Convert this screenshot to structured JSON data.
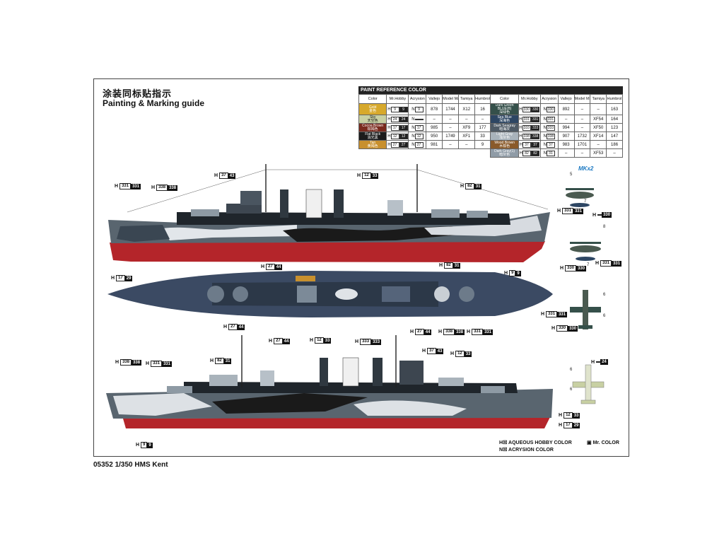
{
  "header": {
    "title_cn": "涂装同标贴指示",
    "title_en": "Painting & Marking guide"
  },
  "footer": {
    "product": "05352 1/350 HMS Kent"
  },
  "paint_table": {
    "title": "PAINT  REFERENCE COLOR",
    "columns": [
      "Color",
      "Mr.Hobby",
      "Acrysion",
      "Vallejo",
      "Model Master",
      "Tamiya",
      "Humbrol"
    ],
    "left_rows": [
      {
        "name": "Gold",
        "name_cn": "金色",
        "color": "#d7a92c",
        "hobby": "9",
        "acrysion": "9",
        "vallejo": "878",
        "mm": "1744",
        "tamiya": "X12",
        "humbrol": "16"
      },
      {
        "name": "Sky",
        "name_cn": "天空色",
        "color": "#c8d0a3",
        "hobby": "24",
        "acrysion": "",
        "vallejo": "–",
        "mm": "–",
        "tamiya": "–",
        "humbrol": "–"
      },
      {
        "name": "Cocoa Brown",
        "name_cn": "棕褐色",
        "color": "#7a2a1e",
        "hobby": "17",
        "acrysion": "17",
        "vallejo": "985",
        "mm": "–",
        "tamiya": "XF9",
        "humbrol": "177"
      },
      {
        "name": "Flat Black",
        "name_cn": "消光黑",
        "color": "#1c1c1c",
        "hobby": "12",
        "acrysion": "12",
        "vallejo": "950",
        "mm": "1749",
        "tamiya": "XF1",
        "humbrol": "33"
      },
      {
        "name": "Tan",
        "name_cn": "黄褐色",
        "color": "#c8902e",
        "hobby": "27",
        "acrysion": "27",
        "vallejo": "981",
        "mm": "–",
        "tamiya": "–",
        "humbrol": "9"
      }
    ],
    "right_rows": [
      {
        "name": "Dark Green BLUE(B)",
        "name_cn": "深绿色",
        "color": "#35504a",
        "hobby": "330",
        "acrysion": "330",
        "vallejo": "892",
        "mm": "–",
        "tamiya": "–",
        "humbrol": "163"
      },
      {
        "name": "Sea Blue",
        "name_cn": "深海色",
        "color": "#2d4663",
        "hobby": "331",
        "acrysion": "331",
        "vallejo": "–",
        "mm": "–",
        "tamiya": "XF54",
        "humbrol": "164"
      },
      {
        "name": "Dark Seagray",
        "name_cn": "暗海灰",
        "color": "#4f5b66",
        "hobby": "333",
        "acrysion": "333",
        "vallejo": "994",
        "mm": "–",
        "tamiya": "XF50",
        "humbrol": "123"
      },
      {
        "name": "Light Gray",
        "name_cn": "浅灰色",
        "color": "#a9b3bb",
        "hobby": "338",
        "acrysion": "338",
        "vallejo": "907",
        "mm": "1732",
        "tamiya": "XF14",
        "humbrol": "147"
      },
      {
        "name": "Wood Brown",
        "name_cn": "木棕色",
        "color": "#8a5a2a",
        "hobby": "37",
        "acrysion": "37",
        "vallejo": "983",
        "mm": "1701",
        "tamiya": "–",
        "humbrol": "186"
      },
      {
        "name": "Dark Gray(1)",
        "name_cn": "暗灰色",
        "color": "#8f9ba6",
        "hobby": "82",
        "acrysion": "31",
        "vallejo": "–",
        "mm": "–",
        "tamiya": "XF53",
        "humbrol": "–"
      }
    ]
  },
  "aircraft_label": "MKx2",
  "colors": {
    "hull_red": "#b4252a",
    "deck": "#3b4a63",
    "hull_gray": "#59656f",
    "light_gray": "#d9dee3",
    "black": "#1a1a1a",
    "accent_blue": "#1a78c2"
  },
  "callouts": {
    "top": [
      {
        "hobby": "331",
        "acrysion": "331"
      },
      {
        "hobby": "338",
        "acrysion": "338"
      },
      {
        "hobby": "37",
        "acrysion": "43"
      },
      {
        "hobby": "12",
        "acrysion": "33"
      },
      {
        "hobby": "82",
        "acrysion": "31"
      },
      {
        "hobby": "17",
        "acrysion": "29"
      },
      {
        "hobby": "9",
        "acrysion": "9"
      }
    ],
    "deck": [
      {
        "hobby": "27",
        "acrysion": "44"
      },
      {
        "hobby": "82",
        "acrysion": "31"
      },
      {
        "hobby": "27",
        "acrysion": "44"
      },
      {
        "hobby": "27",
        "acrysion": "44"
      },
      {
        "hobby": "12",
        "acrysion": "33"
      },
      {
        "hobby": "333",
        "acrysion": "333"
      },
      {
        "hobby": "27",
        "acrysion": "44"
      },
      {
        "hobby": "338",
        "acrysion": "338"
      },
      {
        "hobby": "331",
        "acrysion": "331"
      }
    ],
    "bottom": [
      {
        "hobby": "338",
        "acrysion": "338"
      },
      {
        "hobby": "331",
        "acrysion": "331"
      },
      {
        "hobby": "82",
        "acrysion": "31"
      },
      {
        "hobby": "37",
        "acrysion": "43"
      },
      {
        "hobby": "12",
        "acrysion": "33"
      },
      {
        "hobby": "12",
        "acrysion": "33"
      },
      {
        "hobby": "17",
        "acrysion": "29"
      },
      {
        "hobby": "9",
        "acrysion": "9"
      }
    ],
    "aircraft": [
      {
        "hobby": "331",
        "acrysion": "331"
      },
      {
        "hobby": "",
        "acrysion": "330"
      },
      {
        "hobby": "330",
        "acrysion": "330"
      },
      {
        "hobby": "331",
        "acrysion": "331"
      },
      {
        "hobby": "331",
        "acrysion": "331"
      },
      {
        "hobby": "330",
        "acrysion": "330"
      },
      {
        "hobby": "",
        "acrysion": "24"
      }
    ],
    "prefix_h": "H",
    "aircraft_numbers": [
      "5",
      "7",
      "8",
      "7",
      "6",
      "6",
      "6",
      "6"
    ]
  },
  "legend": {
    "aqueous": "AQUEOUS HOBBY COLOR",
    "acrysion": "ACRYSION COLOR",
    "mr_color": "Mr. COLOR",
    "h_mark": "H",
    "n_mark": "N"
  }
}
